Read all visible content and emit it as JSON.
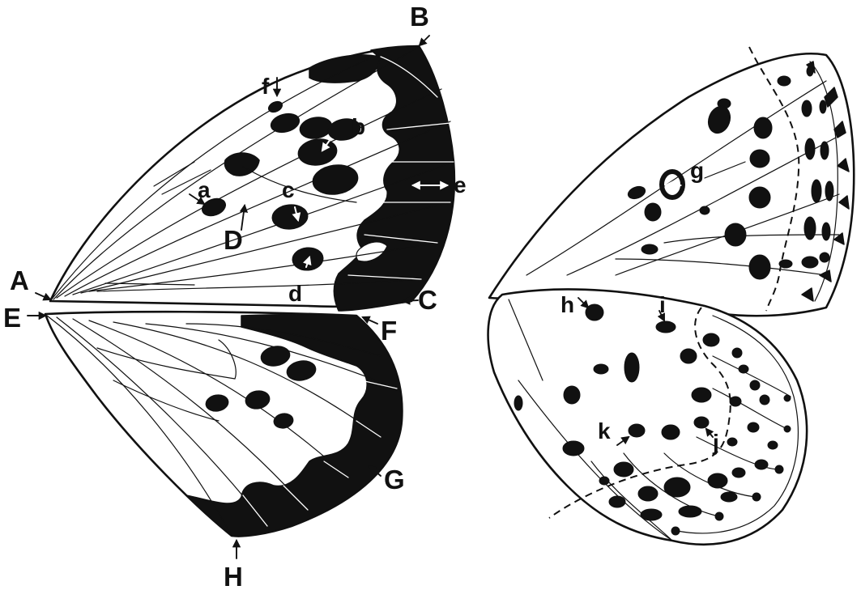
{
  "figure": {
    "labels": {
      "A": "A",
      "B": "B",
      "C": "C",
      "D": "D",
      "E": "E",
      "F": "F",
      "G": "G",
      "H": "H",
      "a": "a",
      "b": "b",
      "c": "c",
      "d": "d",
      "e": "e",
      "f": "f",
      "g": "g",
      "h": "h",
      "i": "i",
      "j": "j",
      "k": "k"
    },
    "colors": {
      "ink": "#111111",
      "paper": "#ffffff"
    }
  }
}
